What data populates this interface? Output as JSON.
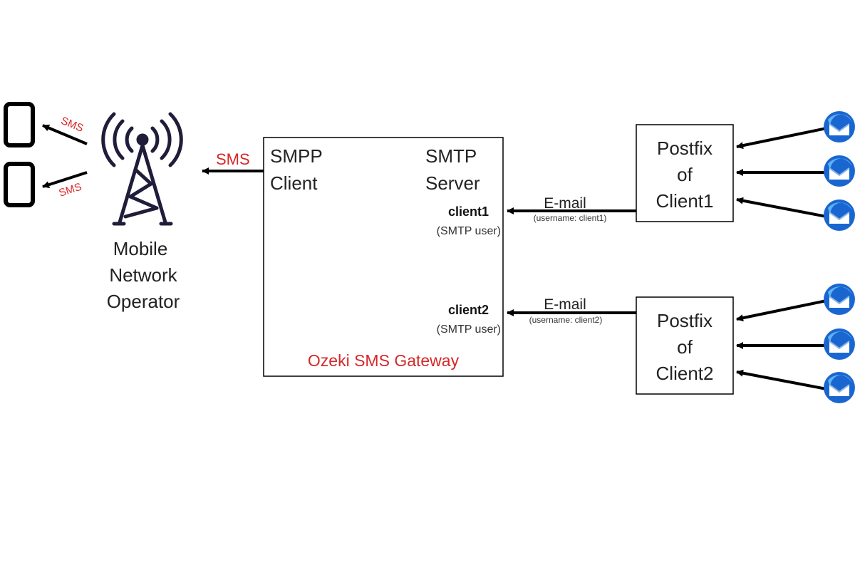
{
  "colors": {
    "accent": "#d62728",
    "line": "#000000",
    "tower": "#1f1d3a",
    "thunderbird_blue": "#1a66d1"
  },
  "icons": {
    "phone": "smartphone-icon",
    "tower": "radio-tower-icon",
    "mail_client": "thunderbird-icon"
  },
  "phones": {
    "sms_top": "SMS",
    "sms_bottom": "SMS"
  },
  "operator": {
    "line1": "Mobile",
    "line2": "Network",
    "line3": "Operator"
  },
  "arrow_sms": "SMS",
  "gateway": {
    "smpp_line1": "SMPP",
    "smpp_line2": "Client",
    "smtp_line1": "SMTP",
    "smtp_line2": "Server",
    "client1": "client1",
    "client1_sub": "(SMTP user)",
    "client2": "client2",
    "client2_sub": "(SMTP user)",
    "name": "Ozeki SMS Gateway"
  },
  "email1": {
    "label": "E-mail",
    "sub": "(username: client1)"
  },
  "email2": {
    "label": "E-mail",
    "sub": "(username: client2)"
  },
  "postfix1": {
    "line1": "Postfix",
    "line2": "of",
    "line3": "Client1"
  },
  "postfix2": {
    "line1": "Postfix",
    "line2": "of",
    "line3": "Client2"
  }
}
